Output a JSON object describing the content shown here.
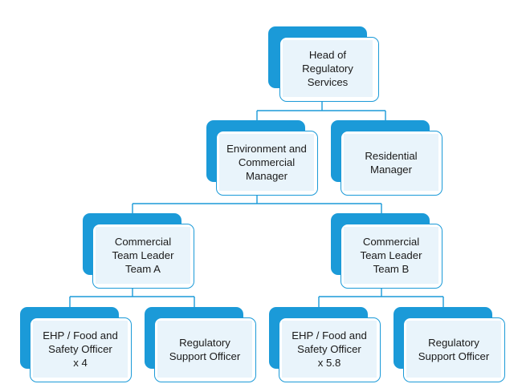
{
  "colors": {
    "accent": "#1b9ad8",
    "label_fill": "#e9f4fb",
    "connector": "#1b9ad8",
    "text": "#1a1a1a"
  },
  "org_chart": {
    "head": {
      "lines": [
        "Head of",
        "Regulatory",
        "Services"
      ]
    },
    "environment_manager": {
      "lines": [
        "Environment and",
        "Commercial",
        "Manager"
      ]
    },
    "residential_manager": {
      "lines": [
        "Residential",
        "Manager"
      ]
    },
    "team_leader_a": {
      "lines": [
        "Commercial",
        "Team Leader",
        "Team A"
      ]
    },
    "team_leader_b": {
      "lines": [
        "Commercial",
        "Team Leader",
        "Team B"
      ]
    },
    "ehp_officer_a": {
      "lines": [
        "EHP / Food and",
        "Safety Officer",
        "x 4"
      ]
    },
    "support_officer_a": {
      "lines": [
        "Regulatory",
        "Support Officer"
      ]
    },
    "ehp_officer_b": {
      "lines": [
        "EHP / Food and",
        "Safety Officer",
        "x 5.8"
      ]
    },
    "support_officer_b": {
      "lines": [
        "Regulatory",
        "Support Officer"
      ]
    }
  }
}
